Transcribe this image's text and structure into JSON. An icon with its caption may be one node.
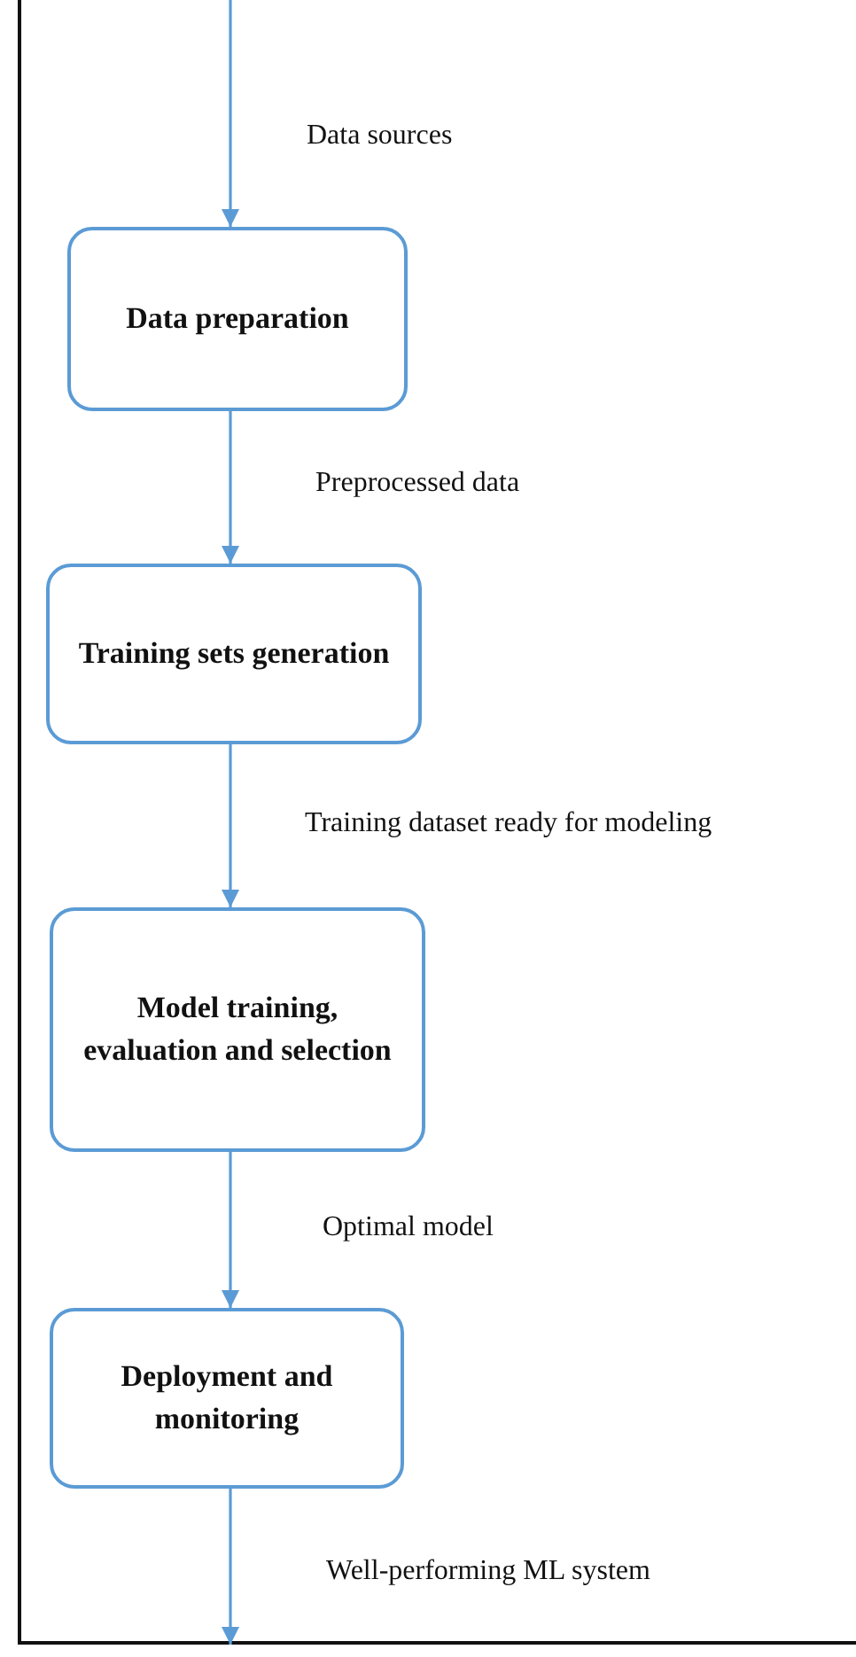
{
  "diagram": {
    "nodes": [
      {
        "text": [
          "Data preparation"
        ]
      },
      {
        "text": [
          "Training sets generation"
        ]
      },
      {
        "text": [
          "Model training, evaluation and selection"
        ]
      },
      {
        "text": [
          "Deployment and monitoring"
        ]
      }
    ],
    "edges": [
      {
        "from": null,
        "to": 0,
        "arrow": "to",
        "label": "Data sources"
      },
      {
        "from": 0,
        "to": 1,
        "arrow": "to",
        "label": "Preprocessed data"
      },
      {
        "from": 1,
        "to": 2,
        "arrow": "to",
        "label": "Training dataset ready for modeling"
      },
      {
        "from": 2,
        "to": 3,
        "arrow": "to",
        "label": "Optimal model"
      },
      {
        "from": 3,
        "to": null,
        "arrow": "to",
        "label": "Well-performing ML system"
      }
    ]
  }
}
